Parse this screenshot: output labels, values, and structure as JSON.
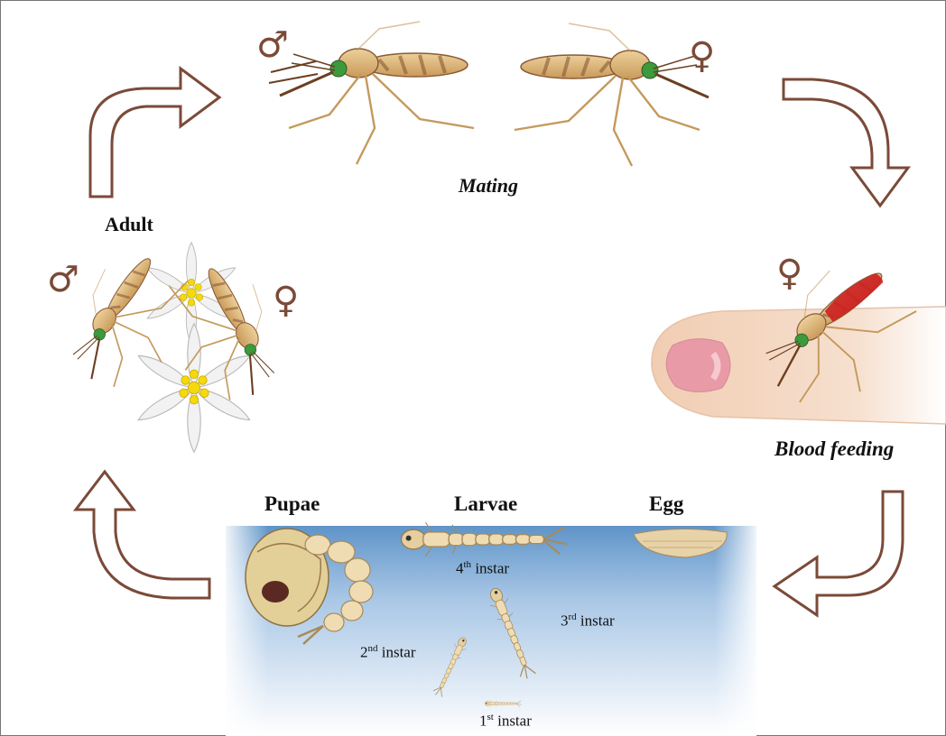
{
  "stages": {
    "adult": "Adult",
    "mating": "Mating",
    "blood_feeding": "Blood feeding",
    "egg": "Egg",
    "larvae": "Larvae",
    "pupae": "Pupae"
  },
  "instars": [
    {
      "num": "1",
      "sup": "st",
      "text": " instar"
    },
    {
      "num": "2",
      "sup": "nd",
      "text": " instar"
    },
    {
      "num": "3",
      "sup": "rd",
      "text": " instar"
    },
    {
      "num": "4",
      "sup": "th",
      "text": " instar"
    }
  ],
  "symbols": {
    "male": "♂",
    "female": "♀"
  },
  "colors": {
    "arrow_stroke": "#7b4a38",
    "water_top": "#6fa0cf",
    "water_bottom": "#ffffff",
    "mosquito_body": "#d9b477",
    "mosquito_dark": "#8a5a36",
    "eye": "#3c9a3c",
    "blood": "#cc1f1f",
    "skin": "#f3d6bf",
    "nail": "#e89aa6"
  },
  "icons": [
    "male-symbol",
    "female-symbol",
    "cycle-arrow",
    "mosquito",
    "flower",
    "finger",
    "larva",
    "pupa",
    "egg-raft"
  ]
}
